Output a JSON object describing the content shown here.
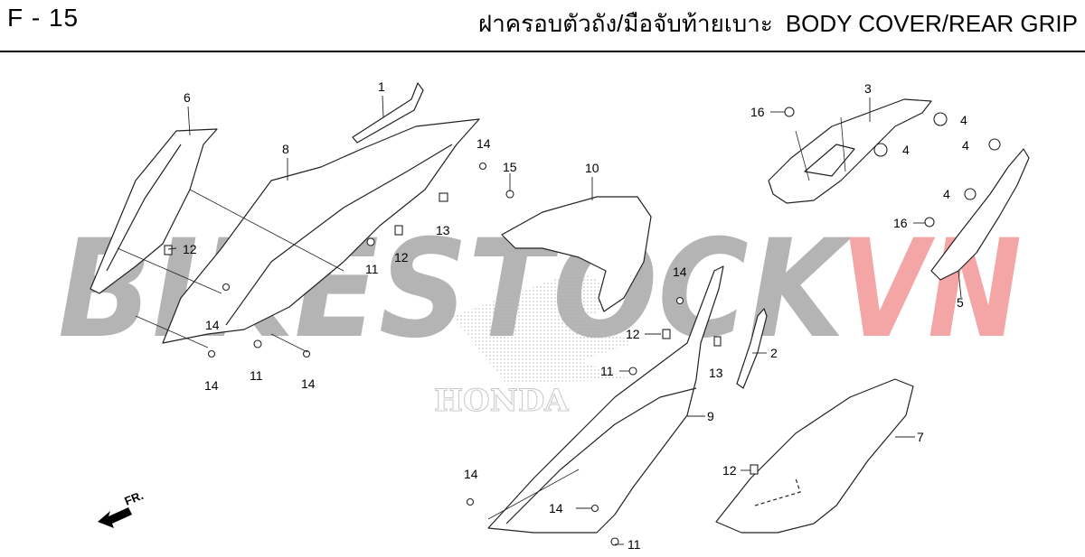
{
  "header": {
    "code": "F - 15",
    "title_th": "ฝาครอบตัวถัง/มือจับท้ายเบาะ",
    "title_en": "BODY COVER/REAR GRIP"
  },
  "watermark": {
    "text_grey": "BIKESTOCK",
    "text_red": "VN",
    "logo": "HONDA",
    "color_grey": "#b4b4b4",
    "color_red": "#f4a6a6"
  },
  "direction_label": "FR.",
  "callouts": [
    "1",
    "2",
    "3",
    "4",
    "4",
    "4",
    "4",
    "5",
    "6",
    "7",
    "8",
    "9",
    "10",
    "11",
    "11",
    "11",
    "11",
    "12",
    "12",
    "12",
    "12",
    "13",
    "13",
    "14",
    "14",
    "14",
    "14",
    "14",
    "14",
    "14",
    "15",
    "16",
    "16"
  ],
  "icons": [
    "front-direction-arrow-icon"
  ]
}
